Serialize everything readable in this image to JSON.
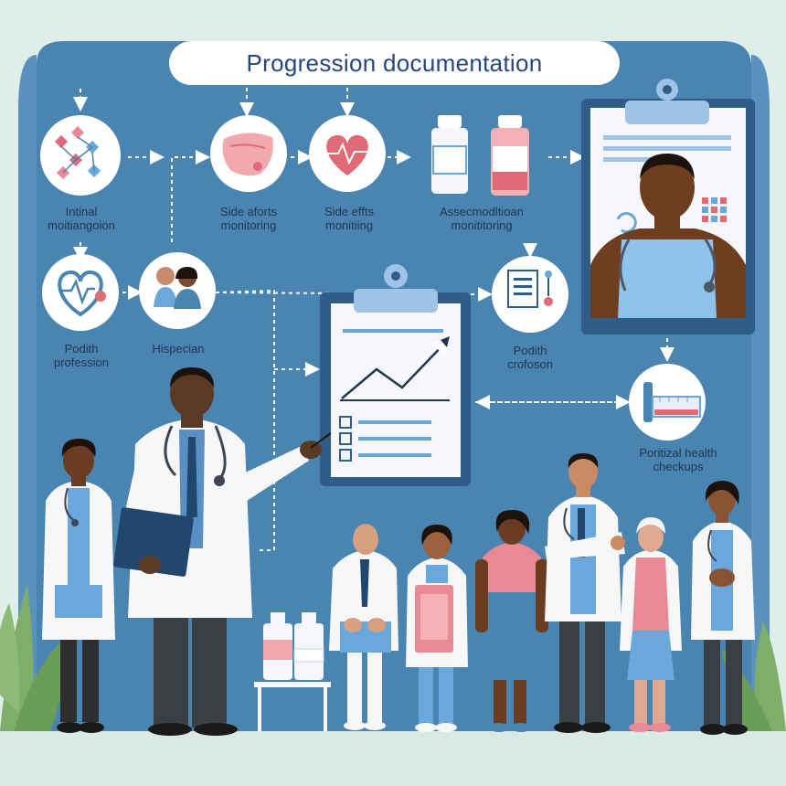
{
  "header": {
    "title": "Progression documentation"
  },
  "nodes": {
    "initial": {
      "label": "Intinal\nmoitiangoion",
      "icon": "flowchart-icon"
    },
    "side_effects_1": {
      "label": "Side aforts\nmonitoring",
      "icon": "stomach-icon"
    },
    "side_effects_2": {
      "label": "Side effts\nmonitiing",
      "icon": "heart-rate-icon"
    },
    "medication": {
      "label": "Assecmodltioan\nmonititoring",
      "icon": "medicine-bottles-icon"
    },
    "health_profession_left": {
      "label": "Podith\nprofession",
      "icon": "heart-pulse-icon"
    },
    "hispecian": {
      "label": "Hispecian",
      "icon": "people-icon"
    },
    "health_profession_right": {
      "label": "Podith\ncrofoson",
      "icon": "document-icon"
    },
    "checkups": {
      "label": "Poritizal health\ncheckups",
      "icon": "syringe-icon"
    }
  },
  "colors": {
    "panel": "#4a84b0",
    "panel_light": "#6a9ec6",
    "accent_red": "#e06a76",
    "accent_blue": "#6aa7da",
    "coat": "#f7f7f7",
    "skin_dark": "#5a3a24",
    "title_text": "#27467a"
  }
}
